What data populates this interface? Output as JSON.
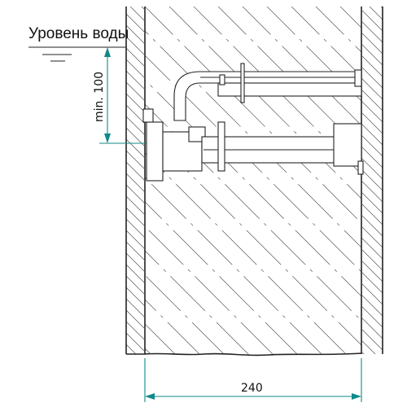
{
  "water_level_label": "Уровень воды",
  "min_depth_label": "min. 100",
  "wall_thickness_label": "240",
  "colors": {
    "dimension": "#0e8a8a",
    "outline": "#222222",
    "hatch": "#555555"
  }
}
